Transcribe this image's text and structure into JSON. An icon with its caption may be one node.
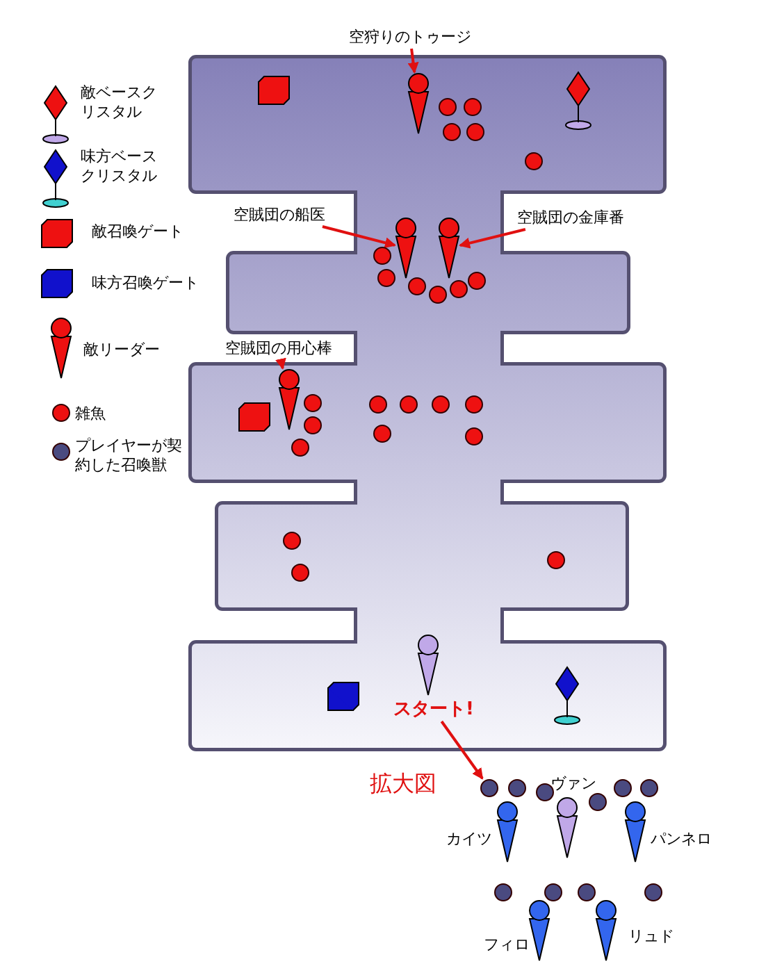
{
  "diagram": {
    "nodes": [
      {
        "text": [
          "空狩りのトゥージ"
        ]
      },
      {
        "text": [],
        "shape": "pin"
      },
      {
        "text": [
          "空賊団の船医"
        ]
      },
      {
        "text": [],
        "shape": "pin"
      },
      {
        "text": [
          "空賊団の金庫番"
        ]
      },
      {
        "text": [],
        "shape": "pin"
      },
      {
        "text": [
          "空賊団の用心棒"
        ]
      },
      {
        "text": [],
        "shape": "pin"
      },
      {
        "text": [
          "スタート!"
        ]
      },
      {
        "text": [],
        "shape": "circle"
      },
      {
        "text": [],
        "shape": "circle"
      },
      {
        "text": [],
        "shape": "circle"
      },
      {
        "text": [],
        "shape": "circle"
      },
      {
        "text": [],
        "shape": "circle"
      },
      {
        "text": [],
        "shape": "circle"
      },
      {
        "text": [],
        "shape": "circle"
      },
      {
        "text": [],
        "shape": "circle"
      },
      {
        "text": [],
        "shape": "circle"
      },
      {
        "text": [],
        "shape": "circle"
      }
    ],
    "edges": [
      {
        "from": 0,
        "to": 1,
        "arrow": "to"
      },
      {
        "from": 2,
        "to": 3,
        "arrow": "to"
      },
      {
        "from": 4,
        "to": 5,
        "arrow": "to"
      },
      {
        "from": 6,
        "to": 7,
        "arrow": "to"
      },
      {
        "from": 8,
        "to": 9,
        "arrow": "to"
      }
    ],
    "labels": [
      "拡大図",
      "ヴァン",
      "カイツ",
      "パンネロ",
      "フィロ",
      "リュド"
    ],
    "legend": [
      {
        "text": "敵ベースクリスタル"
      },
      {
        "text": "味方ベースクリスタル"
      },
      {
        "text": "敵召喚ゲート"
      },
      {
        "text": "味方召喚ゲート"
      },
      {
        "text": "敵リーダー"
      },
      {
        "text": "雑魚"
      },
      {
        "text": "プレイヤーが契約した召喚獣"
      }
    ]
  }
}
